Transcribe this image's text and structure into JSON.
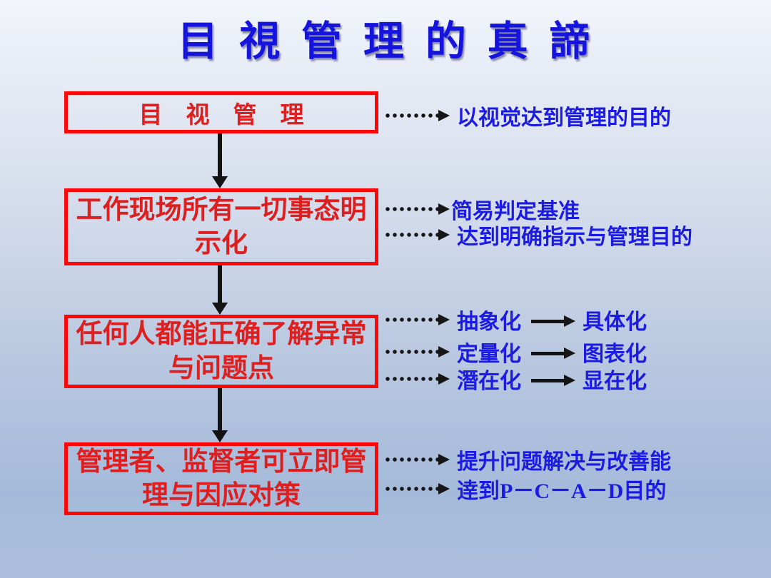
{
  "title": "目 視 管 理 的 真 諦",
  "colors": {
    "title_blue": "#1414dc",
    "box_border_red": "#fb0707",
    "box_text_red": "#dd1f1f",
    "annotation_blue": "#1b1be4",
    "arrow_black": "#131313",
    "background_top": "#f3f5fb",
    "background_bottom": "#abbfdc"
  },
  "flow": {
    "boxes": [
      {
        "lines": [
          "目　视　管　理",
          ""
        ]
      },
      {
        "lines": [
          "工作现场所有一切事态明",
          "示化"
        ]
      },
      {
        "lines": [
          "任何人都能正确了解异常",
          "与问题点"
        ]
      },
      {
        "lines": [
          "管理者、监督者可立即管",
          "理与因应对策"
        ]
      }
    ]
  },
  "annotations": {
    "box1": [
      {
        "text": "以视觉达到管理的目的"
      }
    ],
    "box2": [
      {
        "text": "简易判定基准"
      },
      {
        "text": "达到明确指示与管理目的"
      }
    ],
    "box3": [
      {
        "from": "抽象化",
        "to": "具体化"
      },
      {
        "from": "定量化",
        "to": "图表化"
      },
      {
        "from": "潛在化",
        "to": "显在化"
      }
    ],
    "box4": [
      {
        "text": "提升问题解决与改善能"
      },
      {
        "text": "逹到P－C－A－D目的"
      }
    ]
  }
}
